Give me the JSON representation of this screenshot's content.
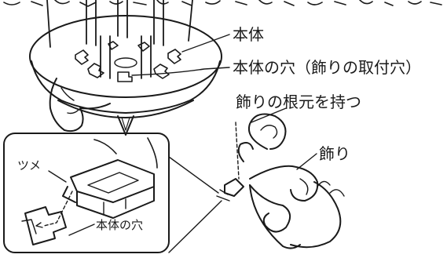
{
  "labels": {
    "body": "本体",
    "body_hole": "本体の穴（飾りの取付穴）",
    "hold_base": "飾りの根元を持つ",
    "decoration": "飾り",
    "tab": "ツメ",
    "inset_body_hole": "本体の穴"
  }
}
